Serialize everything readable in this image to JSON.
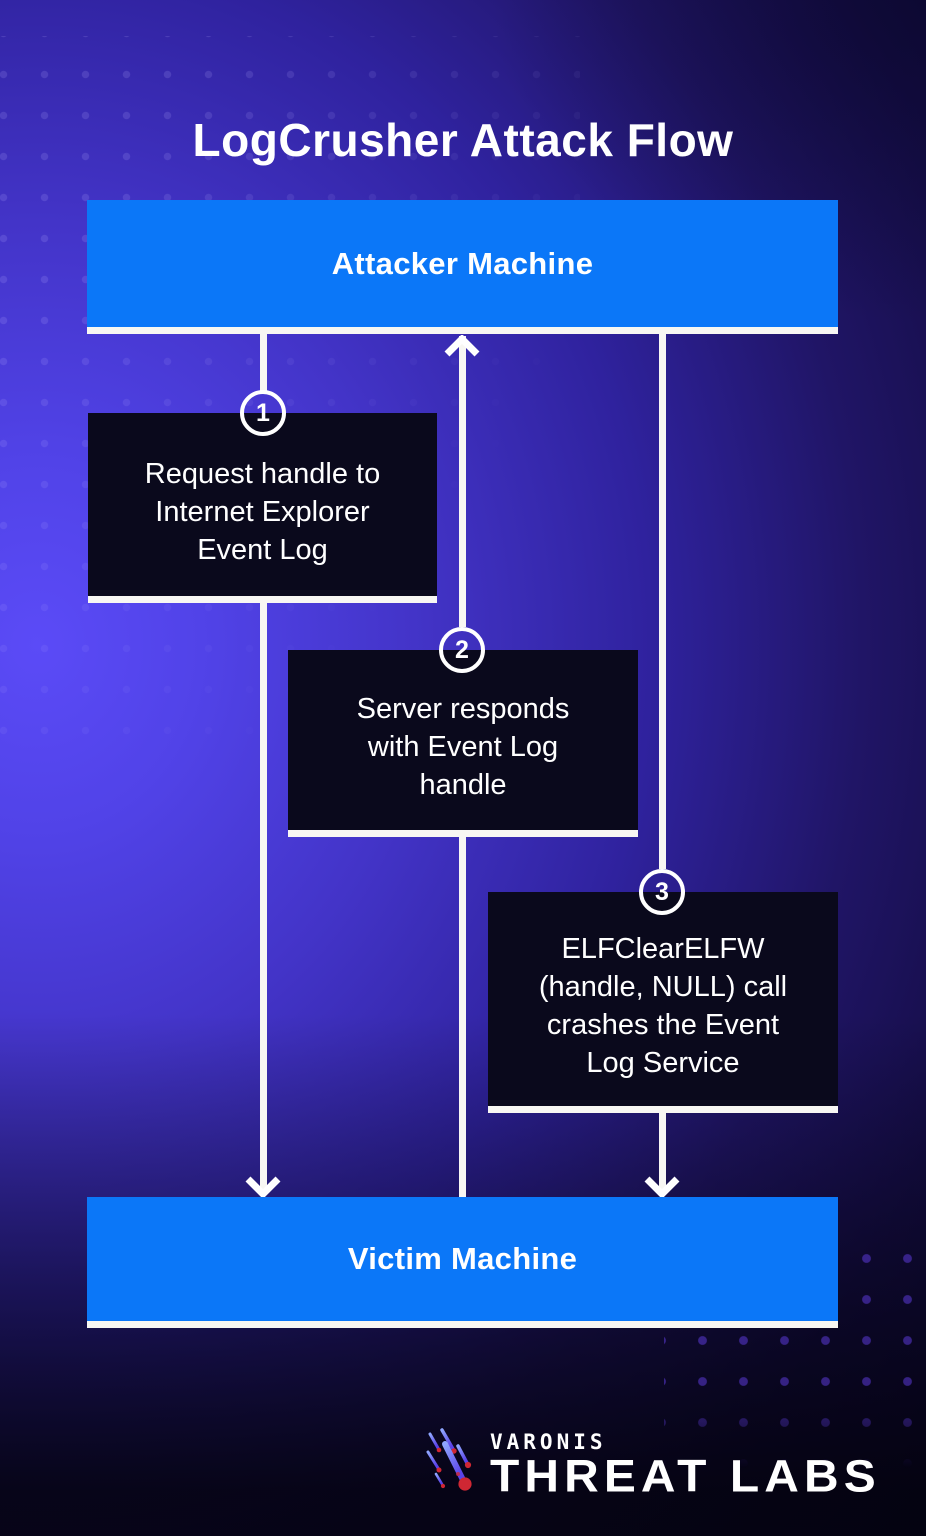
{
  "title": "LogCrusher Attack Flow",
  "attacker": {
    "label": "Attacker Machine"
  },
  "victim": {
    "label": "Victim Machine"
  },
  "steps": [
    {
      "number": "1",
      "text": "Request handle to Internet Explorer Event Log",
      "lines": [
        "Request handle to",
        "Internet Explorer",
        "Event Log"
      ],
      "arrow_direction": "attacker-to-victim"
    },
    {
      "number": "2",
      "text": "Server responds with Event Log handle",
      "lines": [
        "Server responds",
        "with Event Log",
        "handle"
      ],
      "arrow_direction": "victim-to-attacker"
    },
    {
      "number": "3",
      "text": "ELFClearELFW (handle, NULL) call crashes the Event Log Service",
      "lines": [
        "ELFClearELFW",
        "(handle, NULL) call",
        "crashes the Event",
        "Log Service"
      ],
      "arrow_direction": "attacker-to-victim"
    }
  ],
  "branding": {
    "company": "VARONIS",
    "team": "THREAT LABS",
    "icon": "meteors-icon"
  },
  "colors": {
    "node_blue": "#0b77f8",
    "box_dark": "#0a091c",
    "line_white": "#f8f7f3",
    "meteor_red": "#cf2733",
    "meteor_blue": "#8fa6ff",
    "meteor_violet": "#5b43e8",
    "bg_violet": "#5b4bf7",
    "bg_dark_navy": "#0e0835"
  }
}
